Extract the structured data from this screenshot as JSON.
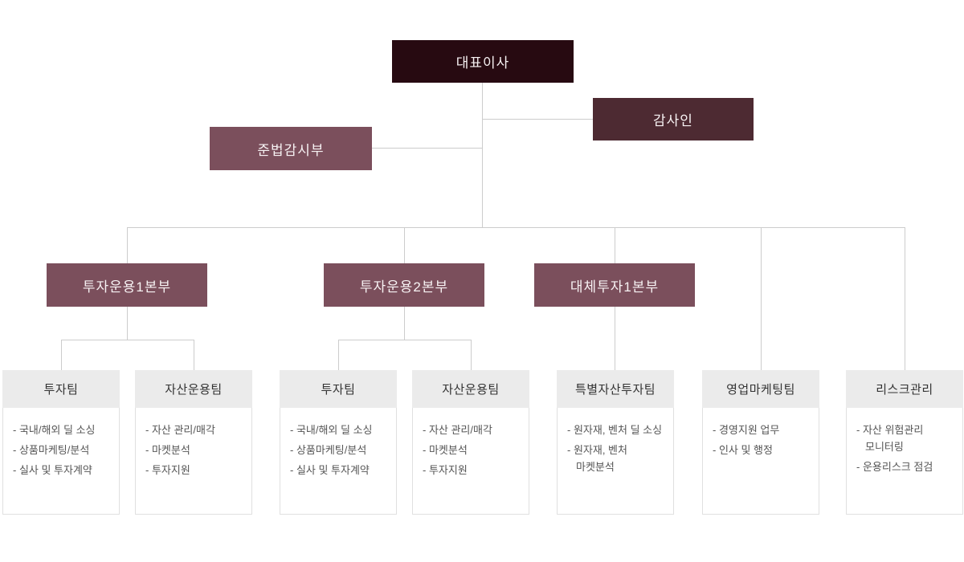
{
  "org_chart": {
    "ceo_label": "대표이사",
    "auditor_label": "감사인",
    "compliance_label": "준법감시부",
    "divisions": [
      {
        "label": "투자운용1본부"
      },
      {
        "label": "투자운용2본부"
      },
      {
        "label": "대체투자1본부"
      }
    ],
    "teams": [
      {
        "title": "투자팀",
        "items": [
          "- 국내/해외 딜 소싱",
          "- 상품마케팅/분석",
          "- 실사 및 투자계약"
        ]
      },
      {
        "title": "자산운용팀",
        "items": [
          "- 자산 관리/매각",
          "- 마켓분석",
          "- 투자지원"
        ]
      },
      {
        "title": "투자팀",
        "items": [
          "- 국내/해외 딜 소싱",
          "- 상품마케팅/분석",
          "- 실사 및 투자계약"
        ]
      },
      {
        "title": "자산운용팀",
        "items": [
          "- 자산 관리/매각",
          "- 마켓분석",
          "- 투자지원"
        ]
      },
      {
        "title": "특별자산투자팀",
        "items": [
          "- 원자재, 벤처 딜 소싱",
          "- 원자재, 벤처 마켓분석"
        ]
      },
      {
        "title": "영업마케팅팀",
        "items": [
          "- 경영지원 업무",
          "- 인사 및 행정"
        ]
      },
      {
        "title": "리스크관리",
        "items": [
          "- 자산 위험관리 모니터링",
          "- 운용리스크 점검"
        ]
      }
    ],
    "colors": {
      "ceo_bg": "#270a11",
      "auditor_bg": "#4d2a32",
      "division_bg": "#7b4f5c",
      "connector_line": "#cccccc",
      "card_header_bg": "#ebebeb",
      "card_border": "#e0e0e0",
      "card_title_text": "#333333",
      "card_item_text": "#555555",
      "node_text": "#f7f2f3"
    }
  }
}
